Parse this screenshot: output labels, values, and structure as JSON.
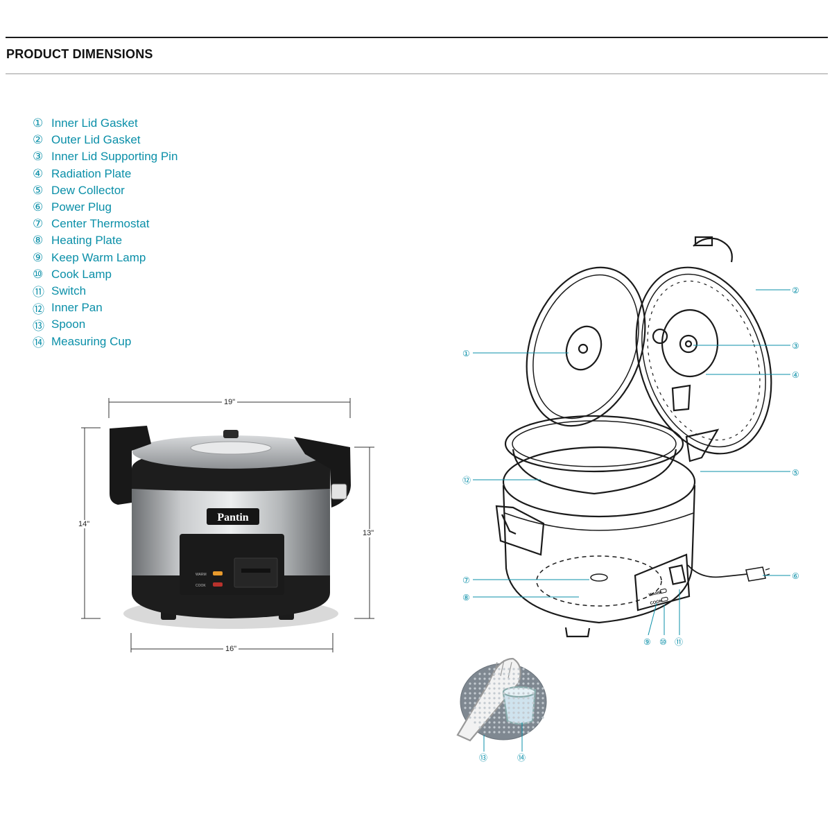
{
  "header": {
    "title": "PRODUCT DIMENSIONS"
  },
  "parts": [
    {
      "num": "①",
      "label": "Inner Lid Gasket"
    },
    {
      "num": "②",
      "label": "Outer Lid Gasket"
    },
    {
      "num": "③",
      "label": "Inner Lid Supporting Pin"
    },
    {
      "num": "④",
      "label": "Radiation Plate"
    },
    {
      "num": "⑤",
      "label": "Dew Collector"
    },
    {
      "num": "⑥",
      "label": "Power Plug"
    },
    {
      "num": "⑦",
      "label": "Center Thermostat"
    },
    {
      "num": "⑧",
      "label": "Heating Plate"
    },
    {
      "num": "⑨",
      "label": "Keep Warm Lamp"
    },
    {
      "num": "⑩",
      "label": "Cook Lamp"
    },
    {
      "num": "⑪",
      "label": "Switch"
    },
    {
      "num": "⑫",
      "label": "Inner Pan"
    },
    {
      "num": "⑬",
      "label": "Spoon"
    },
    {
      "num": "⑭",
      "label": "Measuring Cup"
    }
  ],
  "dimensions": {
    "width_top": "19\"",
    "height_left": "14\"",
    "height_right": "13\"",
    "width_bottom": "16\""
  },
  "product": {
    "brand": "Pantin",
    "lamp_warm": "WARM",
    "lamp_cook": "COOK"
  },
  "diagram": {
    "callouts": [
      "①",
      "②",
      "③",
      "④",
      "⑤",
      "⑥",
      "⑦",
      "⑧",
      "⑨",
      "⑩",
      "⑪",
      "⑫",
      "⑬",
      "⑭"
    ],
    "panel_warm": "WARM",
    "panel_cook": "COOK"
  },
  "colors": {
    "accent": "#0a8fa8",
    "text": "#111111",
    "steel": "#b9bcbf"
  }
}
